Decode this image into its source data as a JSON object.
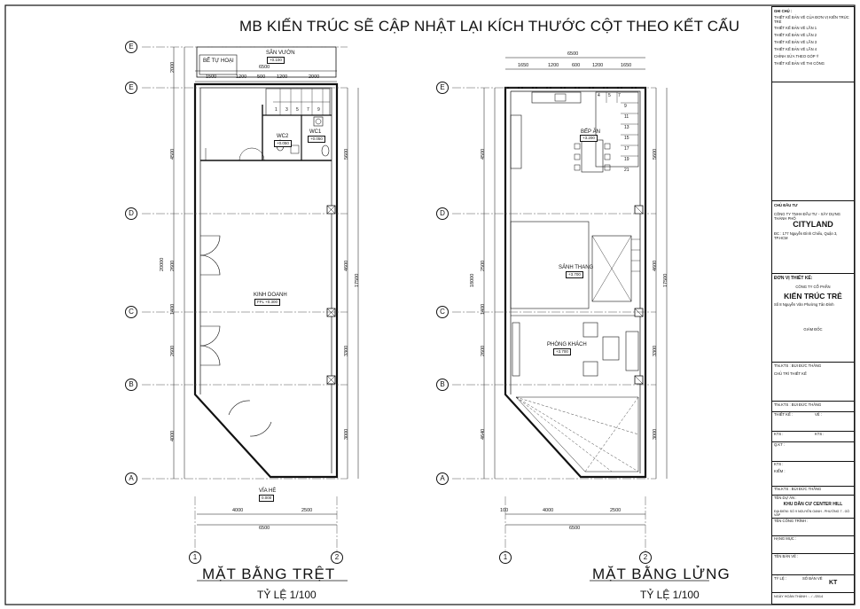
{
  "note": "MB KIẾN TRÚC SẼ CẬP NHẬT LẠI KÍCH THƯỚC CỘT THEO KẾT CẤU",
  "plans": {
    "ground": {
      "title": "MẶT BẰNG TRỆT",
      "scale": "TỶ LỆ 1/100",
      "rooms": {
        "san_vuon": "SÂN VƯỜN",
        "de_tu_hoai": "BỂ TỰ HOẠI",
        "wc1": "WC1",
        "wc2": "WC2",
        "kinh_doanh": "KINH DOANH",
        "via_he": "VỈA HÈ"
      },
      "levels": {
        "san_vuon": "+0.100",
        "wc1": "+0.050",
        "wc2": "+0.050",
        "kinh_doanh": "FFL +0.300",
        "via_he": "0.000"
      },
      "dims_top": [
        "6500",
        "1500",
        "1200",
        "500",
        "1200",
        "2000"
      ],
      "dims_bottom": [
        "4000",
        "2500",
        "6500"
      ],
      "dims_left": [
        "2000",
        "4500",
        "20000",
        "2600",
        "1400",
        "2600",
        "4000"
      ],
      "dims_right": [
        "5600",
        "4600",
        "17500",
        "3300",
        "3000"
      ],
      "stair_numbers": [
        "1",
        "3",
        "5",
        "7",
        "9"
      ]
    },
    "mezz": {
      "title": "MẶT BẰNG LỬNG",
      "scale": "TỶ LỆ 1/100",
      "rooms": {
        "bep_an": "BẾP ĂN",
        "sanh_thang": "SẢNH THANG",
        "phong_khach": "PHÒNG KHÁCH"
      },
      "levels": {
        "bep_an": "+3.200",
        "sanh_thang": "+3.700",
        "phong_khach": "+3.700"
      },
      "dims_top": [
        "6500",
        "1650",
        "1200",
        "600",
        "1200",
        "1650"
      ],
      "dims_bottom": [
        "100",
        "4000",
        "2500",
        "6500"
      ],
      "dims_left": [
        "4500",
        "18000",
        "2500",
        "1400",
        "2600",
        "4640"
      ],
      "dims_right": [
        "5600",
        "4600",
        "17500",
        "3300",
        "3000"
      ],
      "stair_numbers": [
        "4",
        "5",
        "7",
        "9",
        "11",
        "13",
        "15",
        "17",
        "19",
        "21"
      ]
    },
    "grid_rows": [
      "E",
      "E",
      "D",
      "C",
      "B",
      "A"
    ],
    "grid_cols": [
      "1",
      "2"
    ]
  },
  "title_block": {
    "ghi_chu": "GHI CHÚ :",
    "notes": [
      "THIẾT KẾ BẢN VẼ CỦA ĐƠN VỊ KIẾN TRÚC TRẺ",
      "THIẾT KẾ BẢN VẼ LẦN 1",
      "THIẾT KẾ BẢN VẼ LẦN 2",
      "THIẾT KẾ BẢN VẼ LẦN 3",
      "THIẾT KẾ BẢN VẼ LẦN 4",
      "CHỈNH SỬA THEO GÓP Ý",
      "THIẾT KẾ BẢN VẼ THI CÔNG"
    ],
    "chu_dau_tu": "CHỦ ĐẦU TƯ",
    "cdt_company": "CÔNG TY TNHH ĐẦU TƯ - XÂY DỰNG THÀNH PHỐ",
    "cityland": "CITYLAND",
    "cdt_address": "ĐC : 177 Nguyễn Đình Chiểu, Quận 3, TP.HCM",
    "don_vi": "ĐƠN VỊ THIẾT KẾ:",
    "dv_company": "CÔNG TY CỔ PHẦN",
    "ktt": "KIẾN TRÚC TRẺ",
    "dv_address": "Số 8 Nguyễn Văn Phường Tân Đình",
    "giam_doc": "GIÁM ĐỐC",
    "ths_ks": "Ths.KTS : BÙI ĐỨC THẮNG",
    "chu_tri": "CHỦ TRÌ THIẾT KẾ",
    "ths_ks2": "Ths.KTS : BÙI ĐỨC THẮNG",
    "thiet_ke": "THIẾT KẾ :",
    "ve": "VẼ :",
    "kts": "KTS :",
    "qly": "Q.KT :",
    "kts2": "KTS :",
    "kiem": "KIỂM :",
    "ths_ks3": "Ths.KTS : BÙI ĐỨC THẮNG",
    "ten_du_an": "TÊN DỰ ÁN :",
    "du_an": "KHU DÂN CƯ CENTER HILL",
    "du_an_addr": "ĐỊA ĐIỂM: SỐ 9 NGUYỄN OANH - PHƯỜNG 7 - GÒ VẤP",
    "ten_cong_trinh": "TÊN CÔNG TRÌNH :",
    "hang_muc": "HẠNG MỤC :",
    "ten_ban_ve": "TÊN BẢN VẼ :",
    "ty_le": "TỶ LỆ :",
    "so_ban_ve": "SỐ BẢN VẼ",
    "kt": "KT",
    "ngay": "NGÀY HOÀN THÀNH : - / -/2014"
  }
}
